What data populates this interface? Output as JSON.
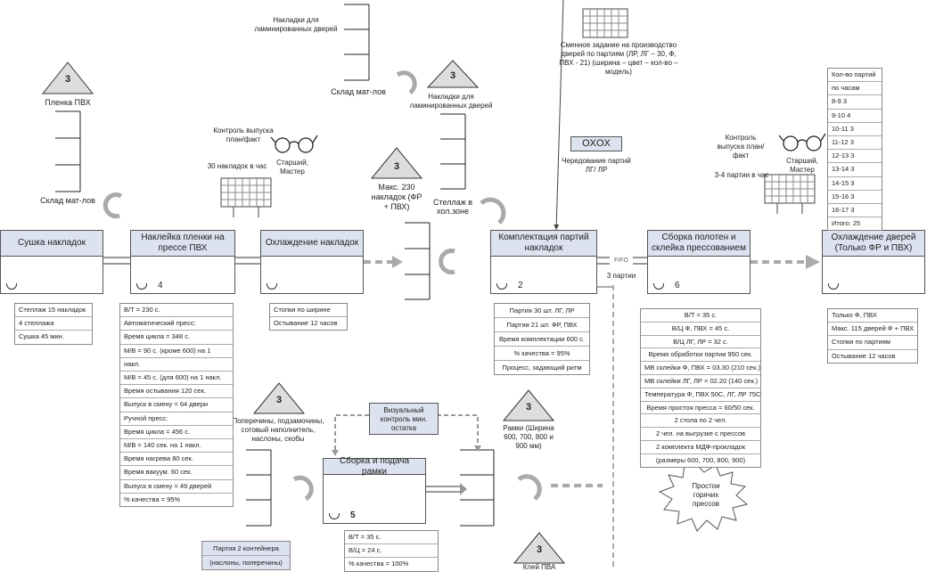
{
  "inventory": {
    "film": {
      "number": "3",
      "label": "Пленка ПВХ",
      "store": "Склад мат-лов"
    },
    "overlays_top": {
      "label": "Накладки для ламинированных дверей",
      "store": "Склад мат-лов"
    },
    "overlays_mid": {
      "number": "3",
      "label": "Накладки для ламинированных дверей",
      "store": "Стеллаж в хол.зоне"
    },
    "max230": {
      "number": "3",
      "label": "Макс. 230 накладок (ФР + ПВХ)"
    },
    "parts": {
      "number": "3",
      "label": "Поперечины, подзамочины, сотовый наполнитель, наслоны, скобы"
    },
    "frames": {
      "number": "3",
      "label": "Рамки (Ширина 600, 700, 800 и 900 мм)"
    },
    "bottom": {
      "number": "3",
      "label": "Клей ПВА"
    }
  },
  "control1": {
    "label": "Контроль выпуска план/факт",
    "rate": "30 накладок в час",
    "person": "Старший, Мастер"
  },
  "control2": {
    "label": "Контроль выпуска план/факт",
    "rate": "3-4 партии в час",
    "person": "Старший, Мастер"
  },
  "schedule": {
    "label": "Сменное задание на производство дверей по партиям (ЛР, ЛГ – 30, Ф, ПВХ - 21) (ширина – цвет – кол-во – модель)"
  },
  "oxox": {
    "label": "OXOX",
    "note": "Чередование партий ЛГ/ ЛР"
  },
  "processes": {
    "p1": {
      "title": "Сушка накладок",
      "num": ""
    },
    "p2": {
      "title": "Наклейка пленки на прессе ПВХ",
      "num": "4"
    },
    "p3": {
      "title": "Охлаждение накладок",
      "num": ""
    },
    "p4": {
      "title": "Комплектация партий накладок",
      "num": "2"
    },
    "p5": {
      "title": "Сборка полотен и склейка прессованием",
      "num": "6"
    },
    "p6": {
      "title": "Охлаждение дверей (Только ФР и ПВХ)",
      "num": ""
    },
    "p7": {
      "title": "Сборка и подача рамки",
      "num": "5"
    }
  },
  "fifo": {
    "label": "FIFO",
    "sub": "3 партии"
  },
  "visual_control": {
    "label": "Визуальный контроль мин. остатка"
  },
  "kaizen": {
    "label": "Простои горячих прессов"
  },
  "container": {
    "rows": [
      "Партия 2 контейнера",
      "(наслоны, поперечины)"
    ]
  },
  "tables": {
    "t1": [
      "Стеллаж 15 накладок",
      "4 стеллажа",
      "Сушка 45 мин."
    ],
    "t2": [
      "В/Т = 230 с.",
      "Автоматический пресс:",
      "Время цикла = 348 с.",
      "М/В = 90 с. (кроме 600) на 1",
      "накл.",
      "М/В = 45 с. (для 600) на 1 накл.",
      "Время остывания 120 сек.",
      "Выпуск в смену = 64 двери",
      "Ручной пресс:",
      "Время цикла = 456 с.",
      "М/В = 140 сек. на 1 накл.",
      "Время нагрева 80 сек.",
      "Время вакуум. 60 сек.",
      "Выпуск в смену = 49 дверей",
      "% качества = 95%"
    ],
    "t3": [
      "Стопки по ширине",
      "Остывание 12 часов"
    ],
    "t4": [
      "Партия 30 шт. ЛГ, ЛР",
      "Партия 21 шт. ФР, ПВХ",
      "Время комплектации 600 с.",
      "% качества = 95%",
      "Процесс, задающий ритм"
    ],
    "t5": [
      "В/Т = 35 с.",
      "В/Ц Ф, ПВХ = 45 с.",
      "В/Ц ЛГ, ЛР = 32 с.",
      "Время обработки партии 950 сек.",
      "МВ склейки Ф, ПВХ = 03.30 (210 сек.)",
      "МВ склейки ЛГ, ЛР = 02.20 (140 сек.)",
      "Температура Ф, ПВХ 50С, ЛГ, ЛР 75С",
      "Время простоя пресса = 60/50 сек.",
      "2 стола по 2 чел.",
      "2 чел. на выгрузке с прессов",
      "2 комплекта МДФ-прокладок",
      "(размеры 600, 700, 800, 900)"
    ],
    "t6": [
      "Только Ф, ПВХ",
      "Макс. 115 дверей Ф + ПВХ",
      "Стопки по партиям",
      "Остывание 12 часов"
    ],
    "t7": [
      "В/Т = 35 с.",
      "В/Ц = 24 с.",
      "% качества = 100%"
    ],
    "hours": [
      "Кол-во партий",
      "по часам",
      "8-9 3",
      "9-10 4",
      "10-11 3",
      "11-12 3",
      "12-13 3",
      "13-14 3",
      "14-15 3",
      "15-16 3",
      "16-17 3",
      "Итого: 25"
    ]
  }
}
